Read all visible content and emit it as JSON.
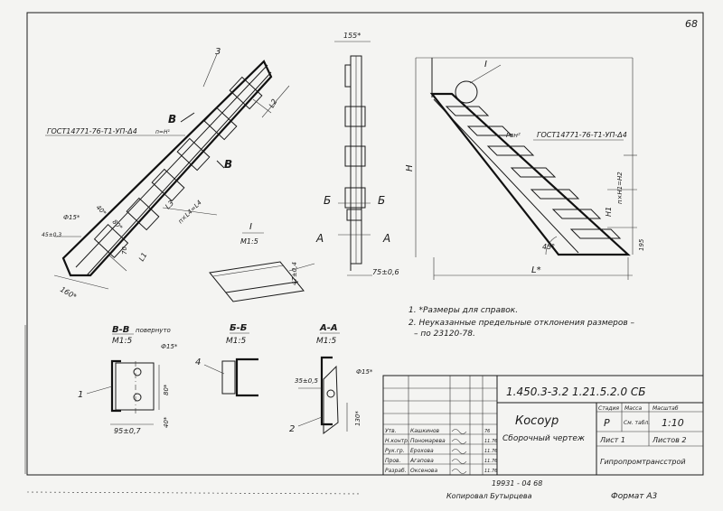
{
  "sheet_number": "68",
  "notes": {
    "note1": "1. *Размеры для справок.",
    "note2_a": "2. Неуказанные предельные отклонения размеров –",
    "note2_b": "– по 23120-78."
  },
  "labels": {
    "callout_3": "3",
    "gost_left": "ГОСТ14771-76-Т1-УП-Δ4",
    "gost_left_sub": "п=Н¹",
    "gost_right": "ГОСТ14771-76-Т1-УП-Δ4",
    "gost_right_pre": "Рвн²",
    "section_b_mark": "В",
    "dim_L2": "L2",
    "dim_L3": "L3",
    "dim_nL4": "п×L4=L4",
    "dim_40": "40*",
    "dim_80": "80*",
    "dim_phi15": "Ф15*",
    "dim_45_03": "45±0,3",
    "dim_70": "70",
    "dim_L1": "L1",
    "dim_160": "160*",
    "dim_155": "155*",
    "view_b_mark": "Б",
    "view_a_mark": "А",
    "dim_75_06": "75±0,6",
    "detail_I": "I",
    "detail_scale": "М1:5",
    "dim_47_04": "47±0,4",
    "dim_H": "Н",
    "dim_H1": "Н1",
    "dim_nH1": "п×Н1=Н2",
    "dim_195": "195",
    "dim_45deg": "45°",
    "dim_L": "L*",
    "sec_vv": "В-В",
    "sec_vv_note": "повернуто",
    "sec_bb": "Б-Б",
    "sec_aa": "А-А",
    "scale_15": "М1:5",
    "callout_1": "1",
    "callout_4": "4",
    "callout_2": "2",
    "dim_phi15_b": "Ф15*",
    "dim_80_b": "80*",
    "dim_40_b": "40*",
    "dim_95_07": "95±0,7",
    "dim_35_05": "35±0,5",
    "dim_phi15_c": "Ф15*",
    "dim_130": "130*"
  },
  "title_block": {
    "code": "1.450.3-3.2  1.21.5.2.0 СБ",
    "name": "Косоур",
    "doc_type": "Сборочный чертеж",
    "stage_header": "Стадия",
    "mass_header": "Масса",
    "scale_header": "Масштаб",
    "stage": "Р",
    "mass": "См. табл.",
    "scale": "1:10",
    "sheet": "Лист 1",
    "sheets": "Листов 2",
    "org": "Гипропромтрансстрой",
    "rows": [
      {
        "role": "Утв.",
        "name": "Кашкинов",
        "sign": "",
        "date": "76"
      },
      {
        "role": "Н.контр.",
        "name": "Пономарева",
        "sign": "",
        "date": "11.76"
      },
      {
        "role": "Рук.гр.",
        "name": "Ерохова",
        "sign": "",
        "date": "11.76"
      },
      {
        "role": "Пров.",
        "name": "Агапова",
        "sign": "",
        "date": "11.76"
      },
      {
        "role": "Разраб.",
        "name": "Оксенова",
        "sign": "",
        "date": "11.76"
      }
    ]
  },
  "footer": {
    "inv": "19931 - 04    68",
    "copied": "Копировал Бутырцева",
    "format": "Формат А3"
  }
}
